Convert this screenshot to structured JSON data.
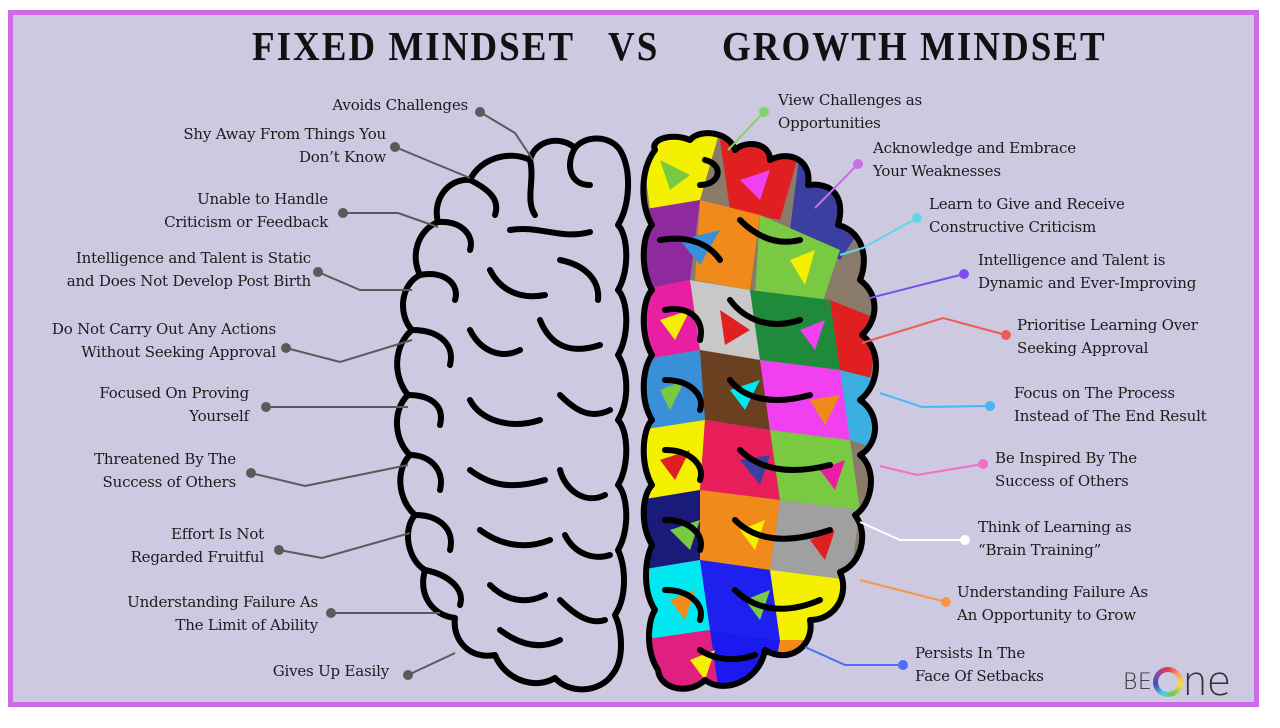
{
  "title": {
    "left": "Fixed Mindset",
    "vs": "VS",
    "right": "Growth Mindset"
  },
  "colors": {
    "background": "#cdc9e0",
    "border": "#cd6ce6",
    "fixed_line": "#5a5a5a",
    "fixed_dot": "#5a5a5a"
  },
  "fixed_mindset": {
    "items": [
      {
        "lines": [
          "Avoids Challenges"
        ]
      },
      {
        "lines": [
          "Shy Away From Things You",
          "Don’t Know"
        ]
      },
      {
        "lines": [
          "Unable to Handle",
          "Criticism or Feedback"
        ]
      },
      {
        "lines": [
          "Intelligence and Talent is Static",
          "and Does Not Develop Post Birth"
        ]
      },
      {
        "lines": [
          "Do Not Carry Out Any Actions",
          "Without Seeking Approval"
        ]
      },
      {
        "lines": [
          "Focused On Proving",
          "Yourself"
        ]
      },
      {
        "lines": [
          "Threatened By The",
          "Success of Others"
        ]
      },
      {
        "lines": [
          "Effort Is Not",
          "Regarded Fruitful"
        ]
      },
      {
        "lines": [
          "Understanding Failure As",
          "The Limit of Ability"
        ]
      },
      {
        "lines": [
          "Gives Up Easily"
        ]
      }
    ]
  },
  "growth_mindset": {
    "items": [
      {
        "lines": [
          "View Challenges as",
          "Opportunities"
        ],
        "color": "#7ed66a"
      },
      {
        "lines": [
          "Acknowledge and Embrace",
          "Your Weaknesses"
        ],
        "color": "#c86ee6"
      },
      {
        "lines": [
          "Learn to Give and Receive",
          "Constructive Criticism"
        ],
        "color": "#5ed8e6"
      },
      {
        "lines": [
          "Intelligence and Talent is",
          "Dynamic and Ever-Improving"
        ],
        "color": "#7b4ef0"
      },
      {
        "lines": [
          "Prioritise Learning Over",
          "Seeking Approval"
        ],
        "color": "#f05a5a"
      },
      {
        "lines": [
          "Focus on The Process",
          "Instead of The End Result"
        ],
        "color": "#4ab4f5"
      },
      {
        "lines": [
          "Be Inspired By The",
          "Success of Others"
        ],
        "color": "#f56ec8"
      },
      {
        "lines": [
          "Think of Learning as",
          "“Brain Training”"
        ],
        "color": "#ffffff"
      },
      {
        "lines": [
          "Understanding Failure As",
          "An Opportunity to Grow"
        ],
        "color": "#f5964a"
      },
      {
        "lines": [
          "Persists In The",
          "Face Of Setbacks"
        ],
        "color": "#4a6ef5"
      }
    ]
  },
  "logo": {
    "be": "BE",
    "ne": "ne"
  }
}
